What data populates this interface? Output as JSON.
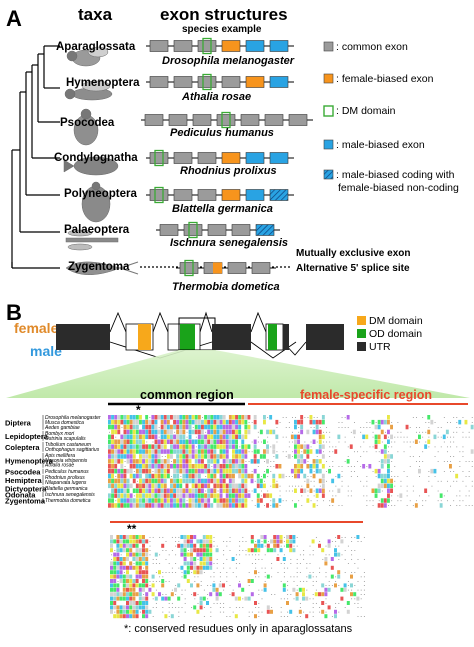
{
  "panel_a": {
    "letter": "A",
    "col_taxa": "taxa",
    "col_exon": "exon structures",
    "col_species": "species example",
    "taxa": [
      {
        "name": "Aparaglossata",
        "species": "Drosophila melanogaster",
        "exons": [
          "g",
          "g",
          "DM",
          "o",
          "b",
          "b"
        ]
      },
      {
        "name": "Hymenoptera",
        "species": "Athalia rosae",
        "exons": [
          "g",
          "g",
          "DM",
          "g",
          "o",
          "b"
        ]
      },
      {
        "name": "Psocodea",
        "species": "Pediculus humanus",
        "exons": [
          "g",
          "g",
          "g",
          "DM",
          "g",
          "g",
          "g"
        ]
      },
      {
        "name": "Condylognatha",
        "species": "Rhodnius prolixus",
        "exons": [
          "DM",
          "g",
          "g",
          "o",
          "b",
          "b"
        ]
      },
      {
        "name": "Polyneoptera",
        "species": "Blattella germanica",
        "exons": [
          "DM",
          "g",
          "g",
          "o",
          "b",
          "h"
        ]
      },
      {
        "name": "Palaeoptera",
        "species": "Ischnura senegalensis",
        "exons": [
          "g",
          "DM",
          "g",
          "g",
          "h"
        ]
      },
      {
        "name": "Zygentoma",
        "species": "Thermobia dometica",
        "exons": [
          "DM",
          "gb",
          "g",
          "g"
        ]
      }
    ],
    "legend": [
      {
        "key": "common",
        "label": ": common exon",
        "color": "#9b9b9b"
      },
      {
        "key": "female",
        "label": ": female-biased exon",
        "color": "#f7941d"
      },
      {
        "key": "dm",
        "label": ": DM domain",
        "color": "#3aaa35"
      },
      {
        "key": "male",
        "label": ": male-biased exon",
        "color": "#29a3e3"
      },
      {
        "key": "hatch",
        "label_1": ": male-biased coding with",
        "label_2": "female-biased non-coding"
      }
    ],
    "note_mutex": "Mutually exclusive exon",
    "note_alt5": "Alternative 5' splice site"
  },
  "panel_b": {
    "letter": "B",
    "female_label": "female",
    "male_label": "male",
    "legend": [
      {
        "label": "DM domain",
        "color": "#f7a81b"
      },
      {
        "label": "OD domain",
        "color": "#1aa31a"
      },
      {
        "label": "UTR",
        "color": "#2b2b2b"
      }
    ],
    "common_region": "common region",
    "female_region": "female-specific region",
    "asterisk": "*",
    "asterisks_2": "**",
    "orders": [
      {
        "order": "Diptera",
        "species": [
          "Drosophila melanogaster",
          "Musca domestica",
          "Aedes gambiae"
        ]
      },
      {
        "order": "Lepidoptera",
        "species": [
          "Bombyx mori",
          "Ostrinia scapulalis"
        ]
      },
      {
        "order": "Coleptera",
        "species": [
          "Tribolium castaneum",
          "Onthophagus sagittarius"
        ]
      },
      {
        "order": "Hymenoptera",
        "species": [
          "Apis mellifera",
          "Nasonia vitripennis",
          "Athalia rosae"
        ]
      },
      {
        "order": "Psocodea",
        "species": [
          "Pediculus humanus"
        ]
      },
      {
        "order": "Hemiptera",
        "species": [
          "Rhodnius prolixus",
          "Nilaparvata lugens"
        ]
      },
      {
        "order": "Dictyoptera",
        "species": [
          "Blattella germanica"
        ]
      },
      {
        "order": "Odonata",
        "species": [
          "Ischnura senegalensis"
        ]
      },
      {
        "order": "Zygentoma",
        "species": [
          "Thermobia dometica"
        ]
      }
    ],
    "footnote": "*: conserved resudues only in aparaglossatans"
  }
}
